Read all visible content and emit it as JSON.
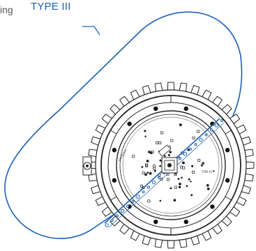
{
  "labels": {
    "fragment": "ing",
    "type": "TYPE III"
  },
  "fixture": {
    "reflector_labels": [
      "SIN BOCA",
      "TYPE III"
    ]
  },
  "colors": {
    "pattern": "#1a5fb4",
    "label": "#1a5fb4",
    "drawing": "#222222",
    "text": "#555555"
  }
}
